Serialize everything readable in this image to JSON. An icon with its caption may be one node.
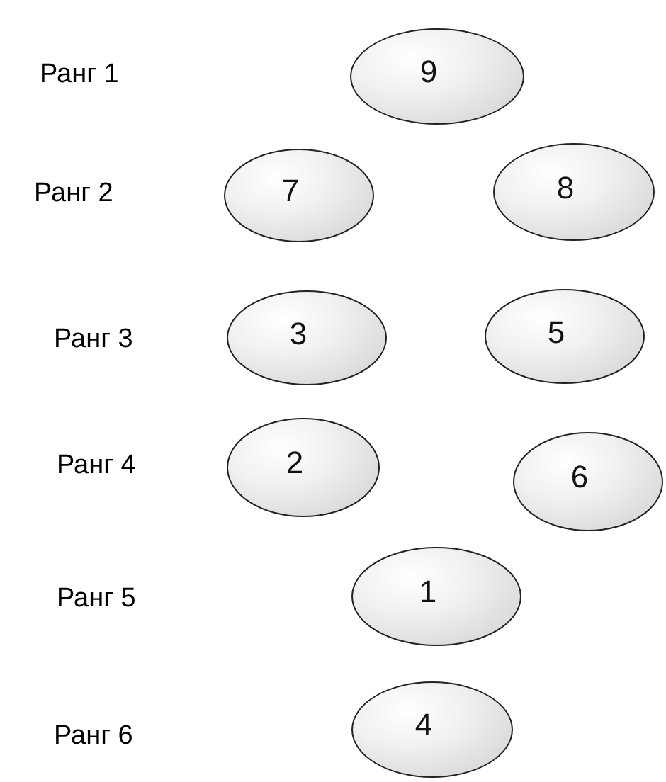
{
  "diagram": {
    "nodes": [
      {
        "text": [
          "9"
        ]
      },
      {
        "text": [
          "7"
        ]
      },
      {
        "text": [
          "8"
        ]
      },
      {
        "text": [
          "3"
        ]
      },
      {
        "text": [
          "5"
        ]
      },
      {
        "text": [
          "2"
        ]
      },
      {
        "text": [
          "6"
        ]
      },
      {
        "text": [
          "1"
        ]
      },
      {
        "text": [
          "4"
        ]
      }
    ],
    "labels": [
      "Ранг 1",
      "Ранг 2",
      "Ранг 3",
      "Ранг 4",
      "Ранг 5",
      "Ранг 6"
    ]
  }
}
